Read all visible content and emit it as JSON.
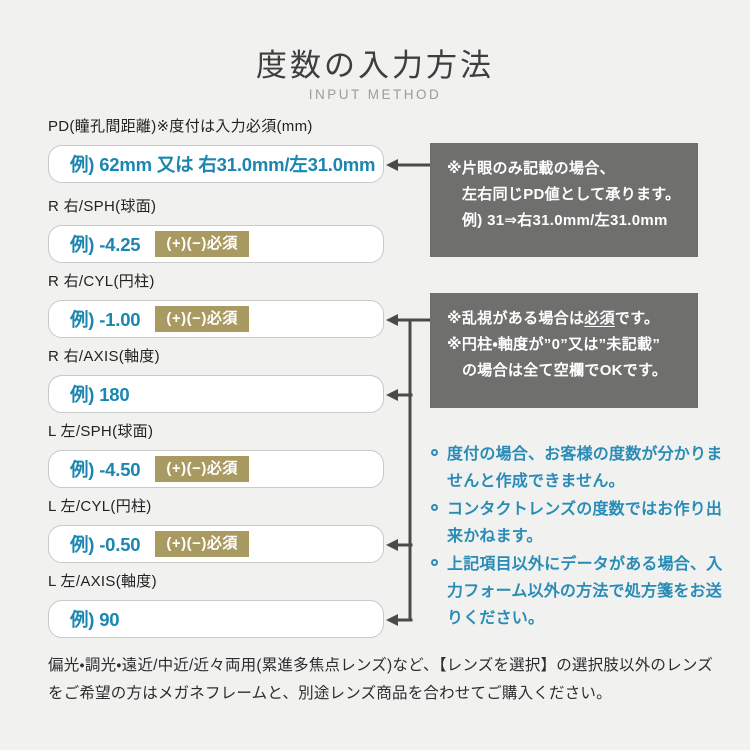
{
  "header": {
    "title": "度数の入力方法",
    "subtitle": "INPUT METHOD"
  },
  "fields": [
    {
      "id": "pd",
      "label": "PD(瞳孔間距離)※度付は入力必須(mm)",
      "example": "例) 62mm 又は 右31.0mm/左31.0mm",
      "badge": null
    },
    {
      "id": "r-sph",
      "label": "R 右/SPH(球面)",
      "example": "例) -4.25",
      "badge": "(+)(−)必須"
    },
    {
      "id": "r-cyl",
      "label": "R 右/CYL(円柱)",
      "example": "例) -1.00",
      "badge": "(+)(−)必須"
    },
    {
      "id": "r-axis",
      "label": "R 右/AXIS(軸度)",
      "example": "例) 180",
      "badge": null
    },
    {
      "id": "l-sph",
      "label": "L 左/SPH(球面)",
      "example": "例) -4.50",
      "badge": "(+)(−)必須"
    },
    {
      "id": "l-cyl",
      "label": "L 左/CYL(円柱)",
      "example": "例) -0.50",
      "badge": "(+)(−)必須"
    },
    {
      "id": "l-axis",
      "label": "L 左/AXIS(軸度)",
      "example": "例) 90",
      "badge": null
    }
  ],
  "callouts": {
    "pd_note": {
      "line1": "※片眼のみ記載の場合、",
      "line2": "左右同じPD値として承ります。",
      "line3": "例) 31⇒右31.0mm/左31.0mm"
    },
    "cyl_axis_note": {
      "line1_pre": "※乱視がある場合は",
      "line1_underlined": "必須",
      "line1_post": "です。",
      "line2": "※円柱・軸度が”0”又は”未記載”",
      "line3": "の場合は全て空欄でOKです。"
    }
  },
  "notes": [
    "度付の場合、お客様の度数が分かりませんと作成できません。",
    "コンタクトレンズの度数ではお作り出来かねます。",
    "上記項目以外にデータがある場合、入力フォーム以外の方法で処方箋をお送りください。"
  ],
  "footer": "偏光・調光・遠近/中近/近々両用(累進多焦点レンズ)など、【レンズを選択】の選択肢以外のレンズをご希望の方はメガネフレームと、別途レンズ商品を合わせてご購入ください。",
  "colors": {
    "accent_blue": "#1b86b0",
    "note_blue": "#2a8cb6",
    "badge_gold": "#a99a61",
    "panel_gray": "#6f6f6e",
    "arrow_gray": "#4a4a4a",
    "background": "#f1f1f0"
  }
}
